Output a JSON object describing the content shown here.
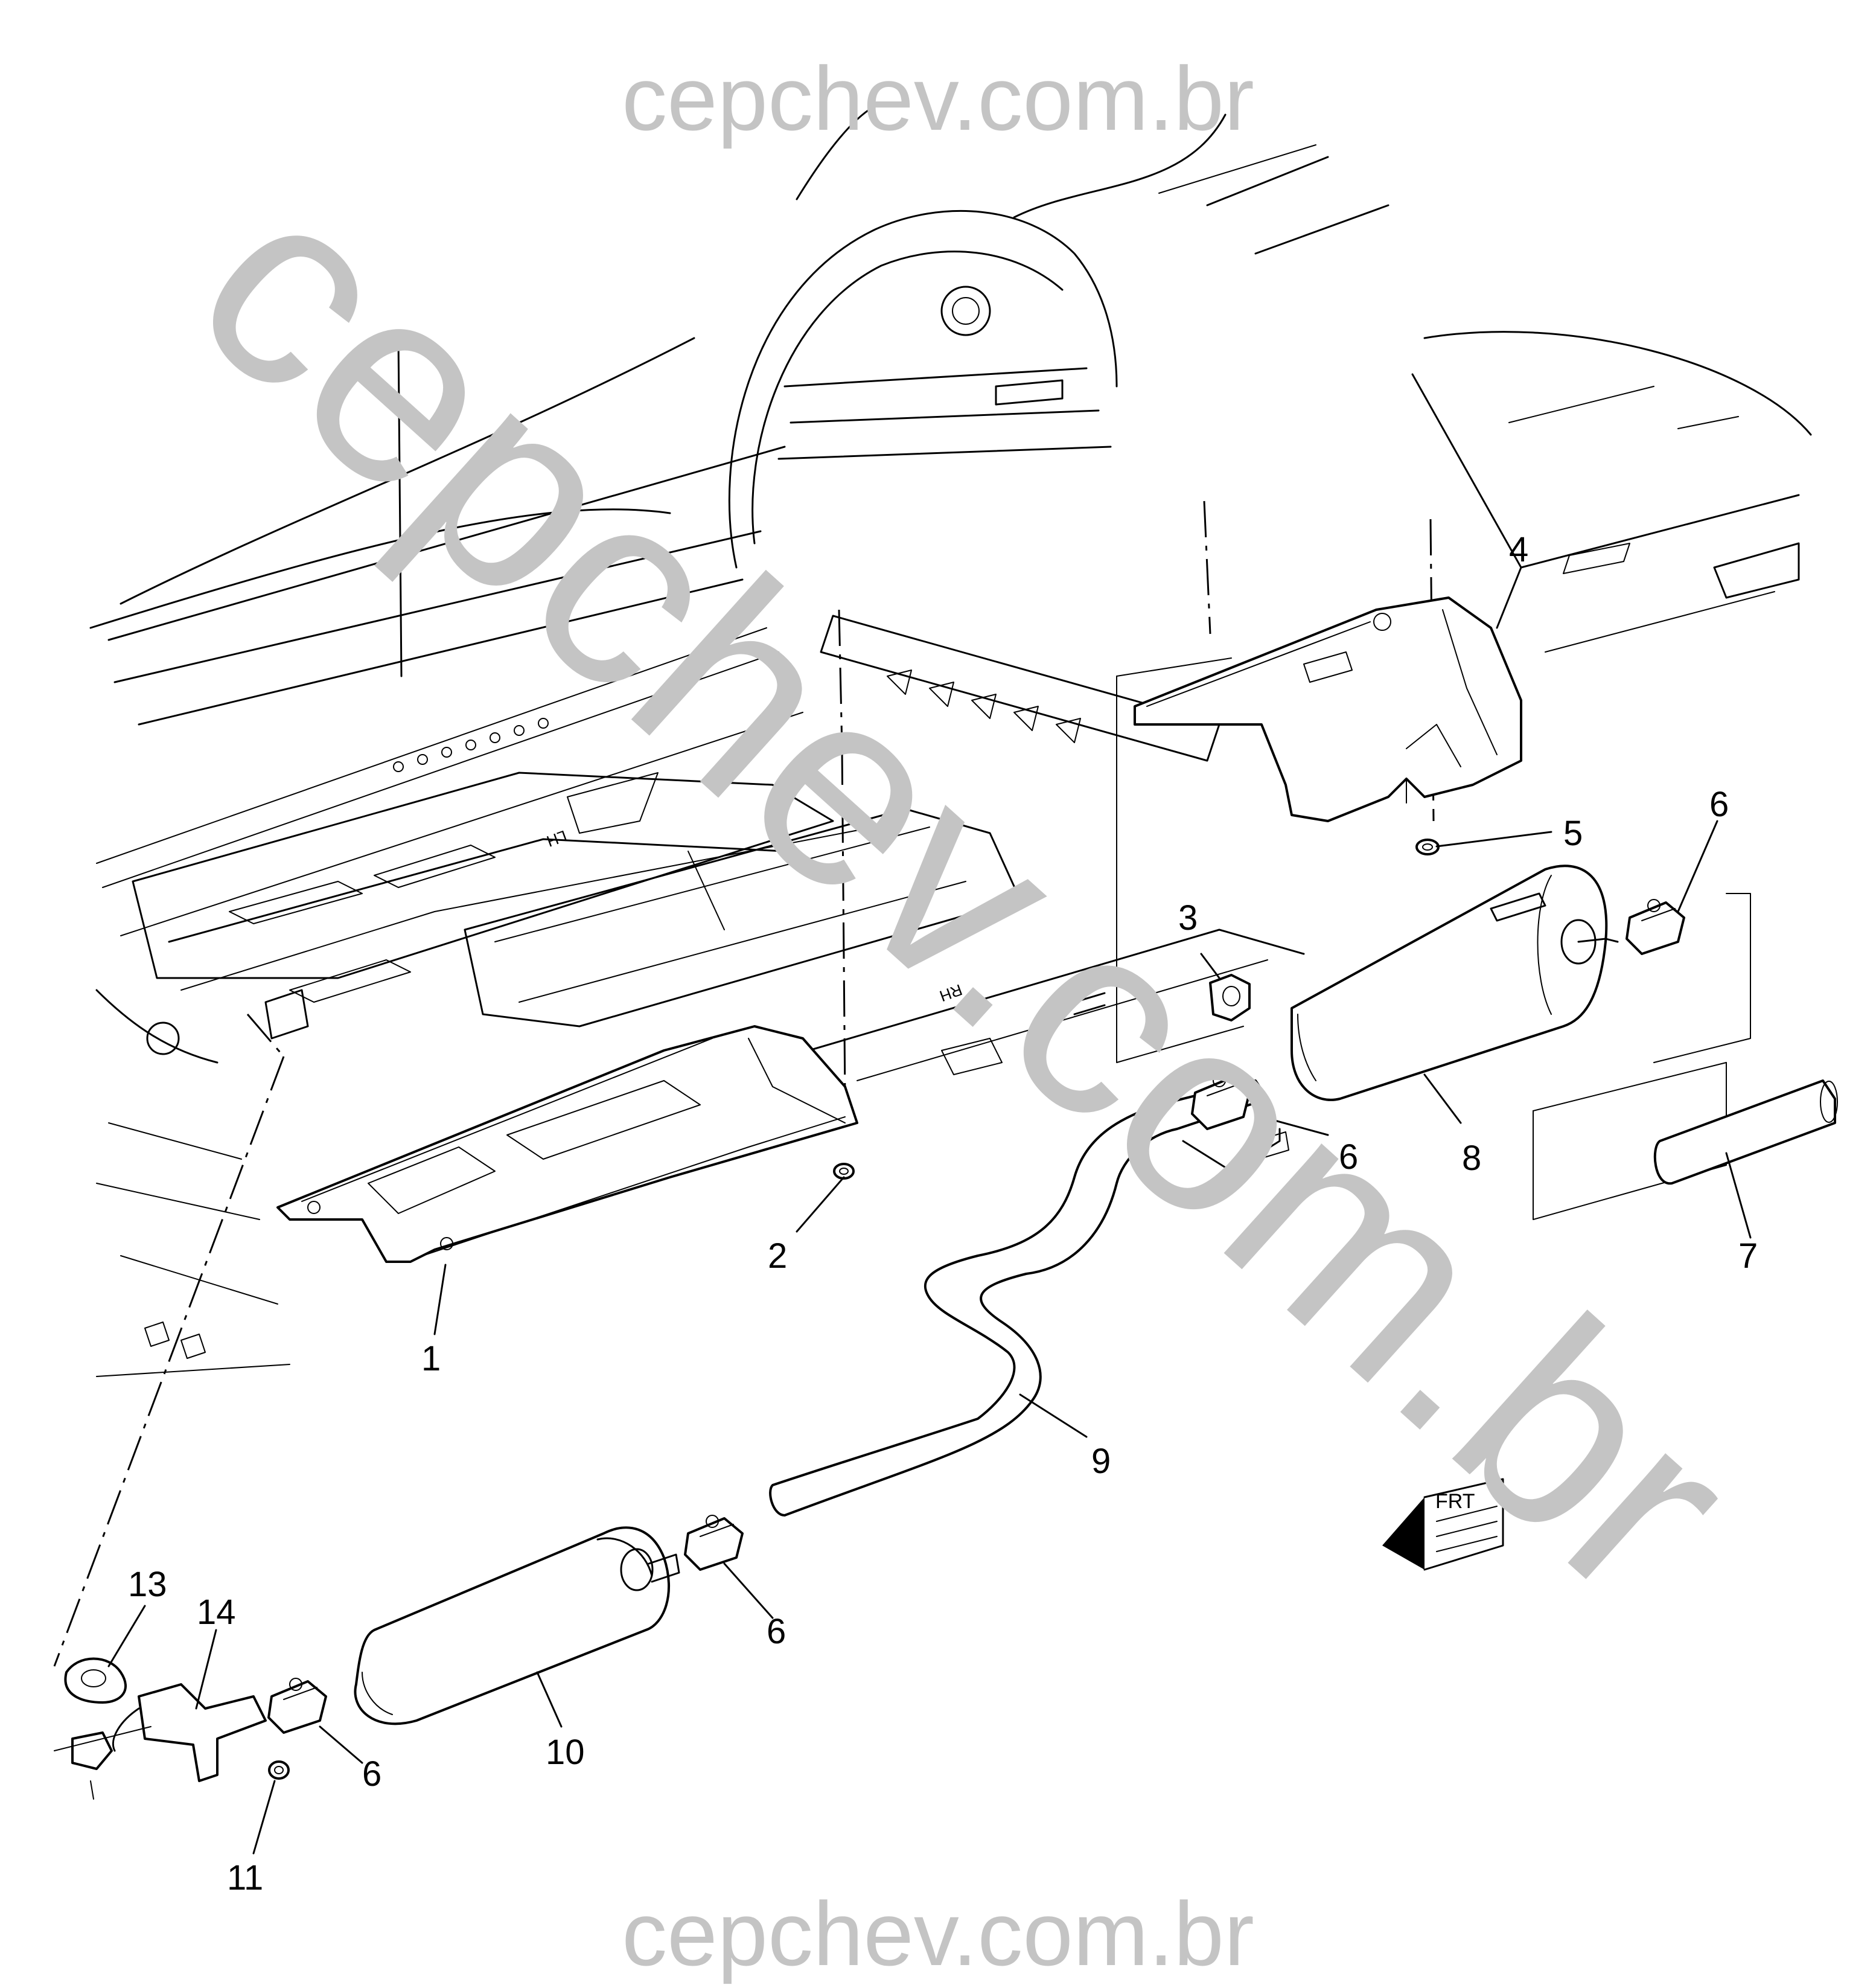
{
  "watermark": {
    "top": "cepchev.com.br",
    "diagonal": "cepchev.com.br",
    "bottom": "cepchev.com.br",
    "color": "#c4c4c4"
  },
  "floor_marks": {
    "left": "LH",
    "right": "RH"
  },
  "direction_arrow": {
    "label": "FRT"
  },
  "callouts": [
    {
      "id": "1",
      "label": "1"
    },
    {
      "id": "2",
      "label": "2"
    },
    {
      "id": "3",
      "label": "3"
    },
    {
      "id": "4",
      "label": "4"
    },
    {
      "id": "5",
      "label": "5"
    },
    {
      "id": "6a",
      "label": "6"
    },
    {
      "id": "6b",
      "label": "6"
    },
    {
      "id": "6c",
      "label": "6"
    },
    {
      "id": "6d",
      "label": "6"
    },
    {
      "id": "7",
      "label": "7"
    },
    {
      "id": "8",
      "label": "8"
    },
    {
      "id": "9",
      "label": "9"
    },
    {
      "id": "10",
      "label": "10"
    },
    {
      "id": "11",
      "label": "11"
    },
    {
      "id": "13",
      "label": "13"
    },
    {
      "id": "14",
      "label": "14"
    }
  ]
}
